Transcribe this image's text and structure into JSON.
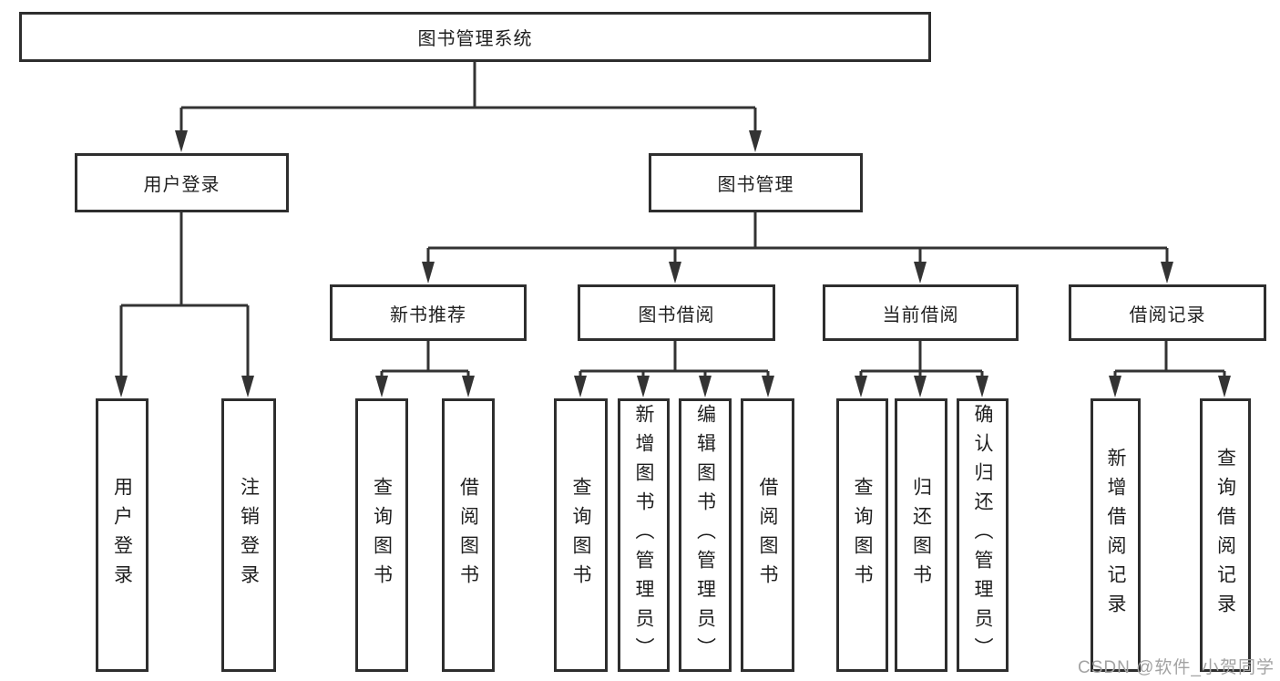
{
  "diagram": {
    "type": "hierarchy-tree",
    "root": {
      "label": "图书管理系统"
    },
    "level2": [
      {
        "label": "用户登录",
        "children": [
          "用户登录",
          "注销登录"
        ]
      },
      {
        "label": "图书管理"
      }
    ],
    "level3": [
      {
        "label": "新书推荐",
        "children": [
          "查询图书",
          "借阅图书"
        ]
      },
      {
        "label": "图书借阅",
        "children": [
          "查询图书",
          "新增图书（管理员）",
          "编辑图书（管理员）",
          "借阅图书"
        ]
      },
      {
        "label": "当前借阅",
        "children": [
          "查询图书",
          "归还图书",
          "确认归还（管理员）"
        ]
      },
      {
        "label": "借阅记录",
        "children": [
          "新增借阅记录",
          "查询借阅记录"
        ]
      }
    ]
  },
  "watermark": "CSDN @软件_小贺同学",
  "colors": {
    "line": "#333333",
    "box_border": "#2e2e2e",
    "text": "#1f1f1f",
    "watermark": "#a3a3a3",
    "background": "#ffffff"
  }
}
